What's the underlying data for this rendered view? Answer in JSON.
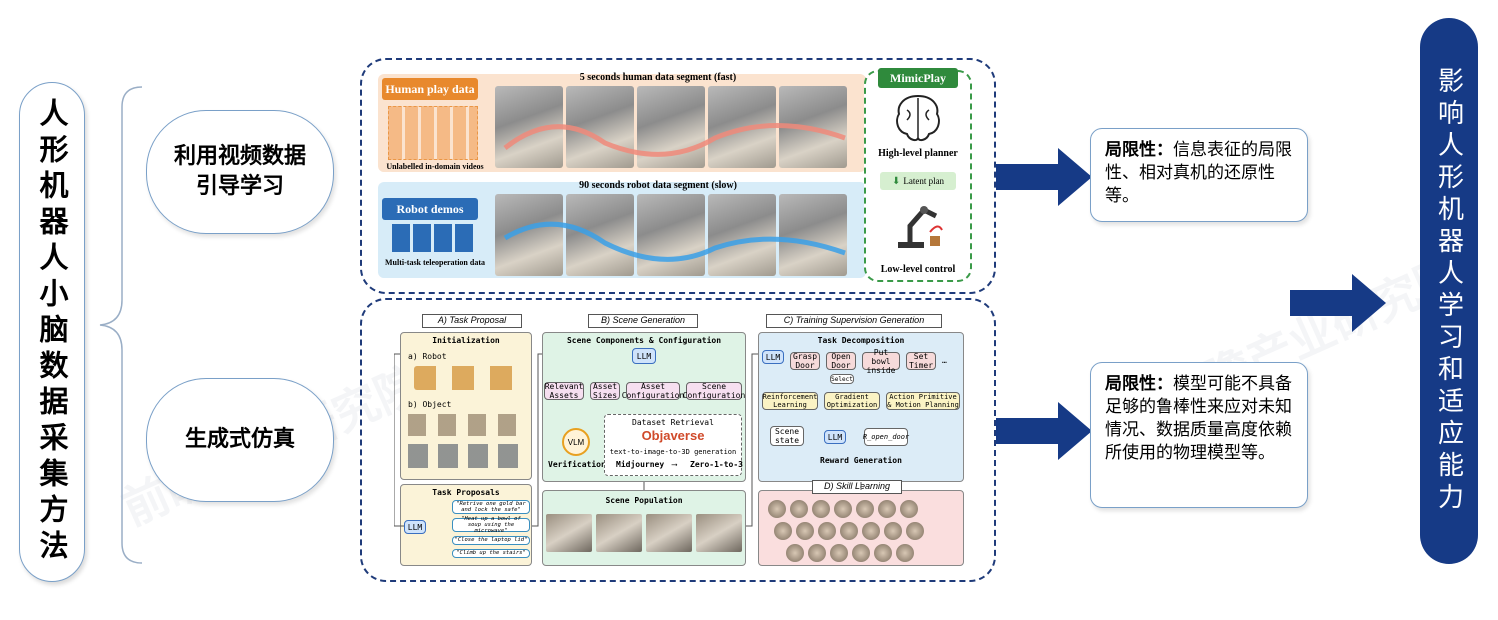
{
  "left_title": "人形机器人小脑数据采集方法",
  "methods": [
    {
      "label": "利用视频数据\n引导学习"
    },
    {
      "label": "生成式仿真"
    }
  ],
  "limitations": [
    {
      "label": "局限性：",
      "text": "信息表征的局限性、相对真机的还原性等。"
    },
    {
      "label": "局限性：",
      "text": "模型可能不具备足够的鲁棒性来应对未知情况、数据质量高度依赖所使用的物理模型等。"
    }
  ],
  "right_title": "影响人形机器人学习和适应能力",
  "mimicplay": {
    "human_play_data": "Human play data",
    "unlabelled": "Unlabelled in-domain videos",
    "human_segment": "5 seconds human data segment (fast)",
    "robot_demos": "Robot demos",
    "multi_task": "Multi-task teleoperation data",
    "robot_segment": "90 seconds robot data segment (slow)",
    "mimicplay_title": "MimicPlay",
    "high_level": "High-level planner",
    "latent_plan": "Latent plan",
    "low_level": "Low-level control"
  },
  "gensim": {
    "a_title": "A) Task Proposal",
    "initialization": "Initialization",
    "a_robot": "a) Robot",
    "b_object": "b) Object",
    "task_proposals": "Task Proposals",
    "llm": "LLM",
    "proposals": [
      "\"Retrive one gold bar and lock the safe\"",
      "\"Heat up a bowl of soup using the microwave\"",
      "\"Close the laptop lid\"",
      "\"Climb up the stairs\""
    ],
    "b_title": "B) Scene Generation",
    "scene_components": "Scene Components & Configuration",
    "relevant_assets": "Relevant Assets",
    "asset_sizes": "Asset Sizes",
    "asset_configuration": "Asset Configuration",
    "scene_configuration": "Scene Configuration",
    "dataset_retrieval": "Dataset Retrieval",
    "objaverse": "Objaverse",
    "text_to_image": "text-to-image-to-3D generation",
    "midjourney": "Midjourney",
    "zero123": "Zero-1-to-3",
    "vlm": "VLM",
    "verification": "Verification",
    "scene_population": "Scene Population",
    "c_title": "C) Training Supervision Generation",
    "task_decomposition": "Task Decomposition",
    "subtasks": [
      "Grasp Door",
      "Open Door",
      "Put bowl inside",
      "Set Timer"
    ],
    "select": "Select",
    "methods": [
      "Reinforcement Learning",
      "Gradient Optimization",
      "Action Primitive & Motion Planning"
    ],
    "scene_state": "Scene state",
    "r_open_door": "R_open_door",
    "reward_generation": "Reward Generation",
    "d_title": "D) Skill Learning"
  },
  "colors": {
    "navy": "#163a86",
    "border_blue": "#7aa0c8",
    "dash": "#1f3b7a"
  }
}
